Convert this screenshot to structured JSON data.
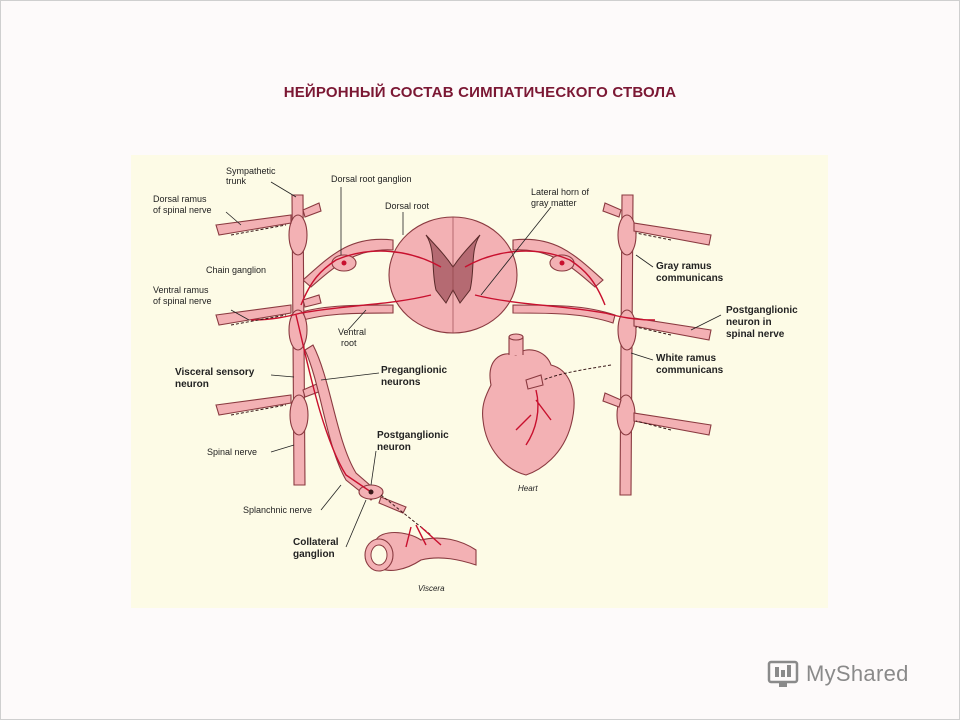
{
  "slide": {
    "title": "НЕЙРОННЫЙ СОСТАВ СИМПАТИЧЕСКОГО СТВОЛА"
  },
  "diagram": {
    "labels": {
      "sympathetic_trunk_1": "Sympathetic",
      "sympathetic_trunk_2": "trunk",
      "dorsal_ramus_1": "Dorsal ramus",
      "dorsal_ramus_2": "of spinal nerve",
      "dorsal_root_ganglion": "Dorsal root ganglion",
      "dorsal_root": "Dorsal root",
      "lateral_horn_1": "Lateral horn of",
      "lateral_horn_2": "gray matter",
      "chain_ganglion": "Chain ganglion",
      "ventral_ramus_1": "Ventral ramus",
      "ventral_ramus_2": "of spinal nerve",
      "ventral_root_1": "Ventral",
      "ventral_root_2": "root",
      "gray_ramus_1": "Gray ramus",
      "gray_ramus_2": "communicans",
      "postganglionic_spinal_1": "Postganglionic",
      "postganglionic_spinal_2": "neuron in",
      "postganglionic_spinal_3": "spinal nerve",
      "visceral_sensory_1": "Visceral sensory",
      "visceral_sensory_2": "neuron",
      "preganglionic_1": "Preganglionic",
      "preganglionic_2": "neurons",
      "white_ramus_1": "White ramus",
      "white_ramus_2": "communicans",
      "spinal_nerve": "Spinal nerve",
      "postganglionic_neuron_1": "Postganglionic",
      "postganglionic_neuron_2": "neuron",
      "heart": "Heart",
      "splanchnic_nerve": "Splanchnic nerve",
      "collateral_ganglion_1": "Collateral",
      "collateral_ganglion_2": "ganglion",
      "viscera": "Viscera"
    }
  },
  "watermark": {
    "brand": "MyShared",
    "icon": "monitor-icon"
  },
  "colors": {
    "title": "#7b1733",
    "nerve_fill": "#f3a9ad",
    "nerve_stroke": "#8a3a40",
    "neuron_line": "#c8102e",
    "background": "#fdfbe6"
  }
}
